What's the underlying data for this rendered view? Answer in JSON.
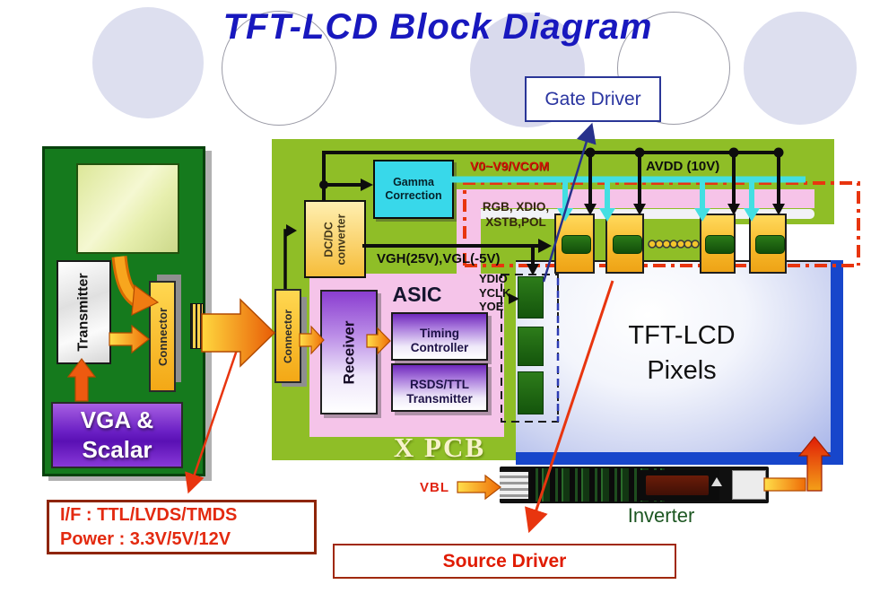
{
  "title": "TFT-LCD Block Diagram",
  "left_board": {
    "transmitter": "Transmitter",
    "connector": "Connector",
    "vga_scalar": "VGA &\nScalar"
  },
  "x_pcb": {
    "board_label": "X PCB",
    "gamma_correction": "Gamma\nCorrection",
    "dcdc_converter": "DC/DC\nconverter",
    "connector": "Connector",
    "asic_label": "ASIC",
    "receiver": "Receiver",
    "timing_controller": "Timing\nController",
    "rsds_transmitter": "RSDS/TTL\nTransmitter"
  },
  "signals": {
    "gamma_bus": "V0~V9/VCOM",
    "avdd": "AVDD (10V)",
    "vgh_vgl": "VGH(25V),VGL(-5V)",
    "source_bus": "RGB, XDIO,\nXSTB,POL",
    "gate_bus": "YDIO\nYCLK\nYOE",
    "backlight": "VBL"
  },
  "panel": {
    "pixels_label": "TFT-LCD\nPixels"
  },
  "callouts": {
    "gate_driver": "Gate Driver",
    "source_driver": "Source Driver",
    "interface_info": "I/F : TTL/LVDS/TMDS\nPower : 3.3V/5V/12V"
  },
  "inverter": {
    "label": "Inverter"
  },
  "colors": {
    "title_blue": "#1818be",
    "input_board_green": "#157a1d",
    "pcb_green": "#8fbe27",
    "asic_pink": "#f5c4e9",
    "gamma_cyan": "#38d8ea",
    "chip_yellow": "#f7b92a",
    "chip_slot_green": "#1d5f10",
    "panel_frame_blue": "#1746cb",
    "wire_black": "#0d0d0d",
    "gamma_bus_cyan": "#43dfe2",
    "annotation_red": "#e8350f",
    "callout_border_maroon": "#8e2506"
  }
}
